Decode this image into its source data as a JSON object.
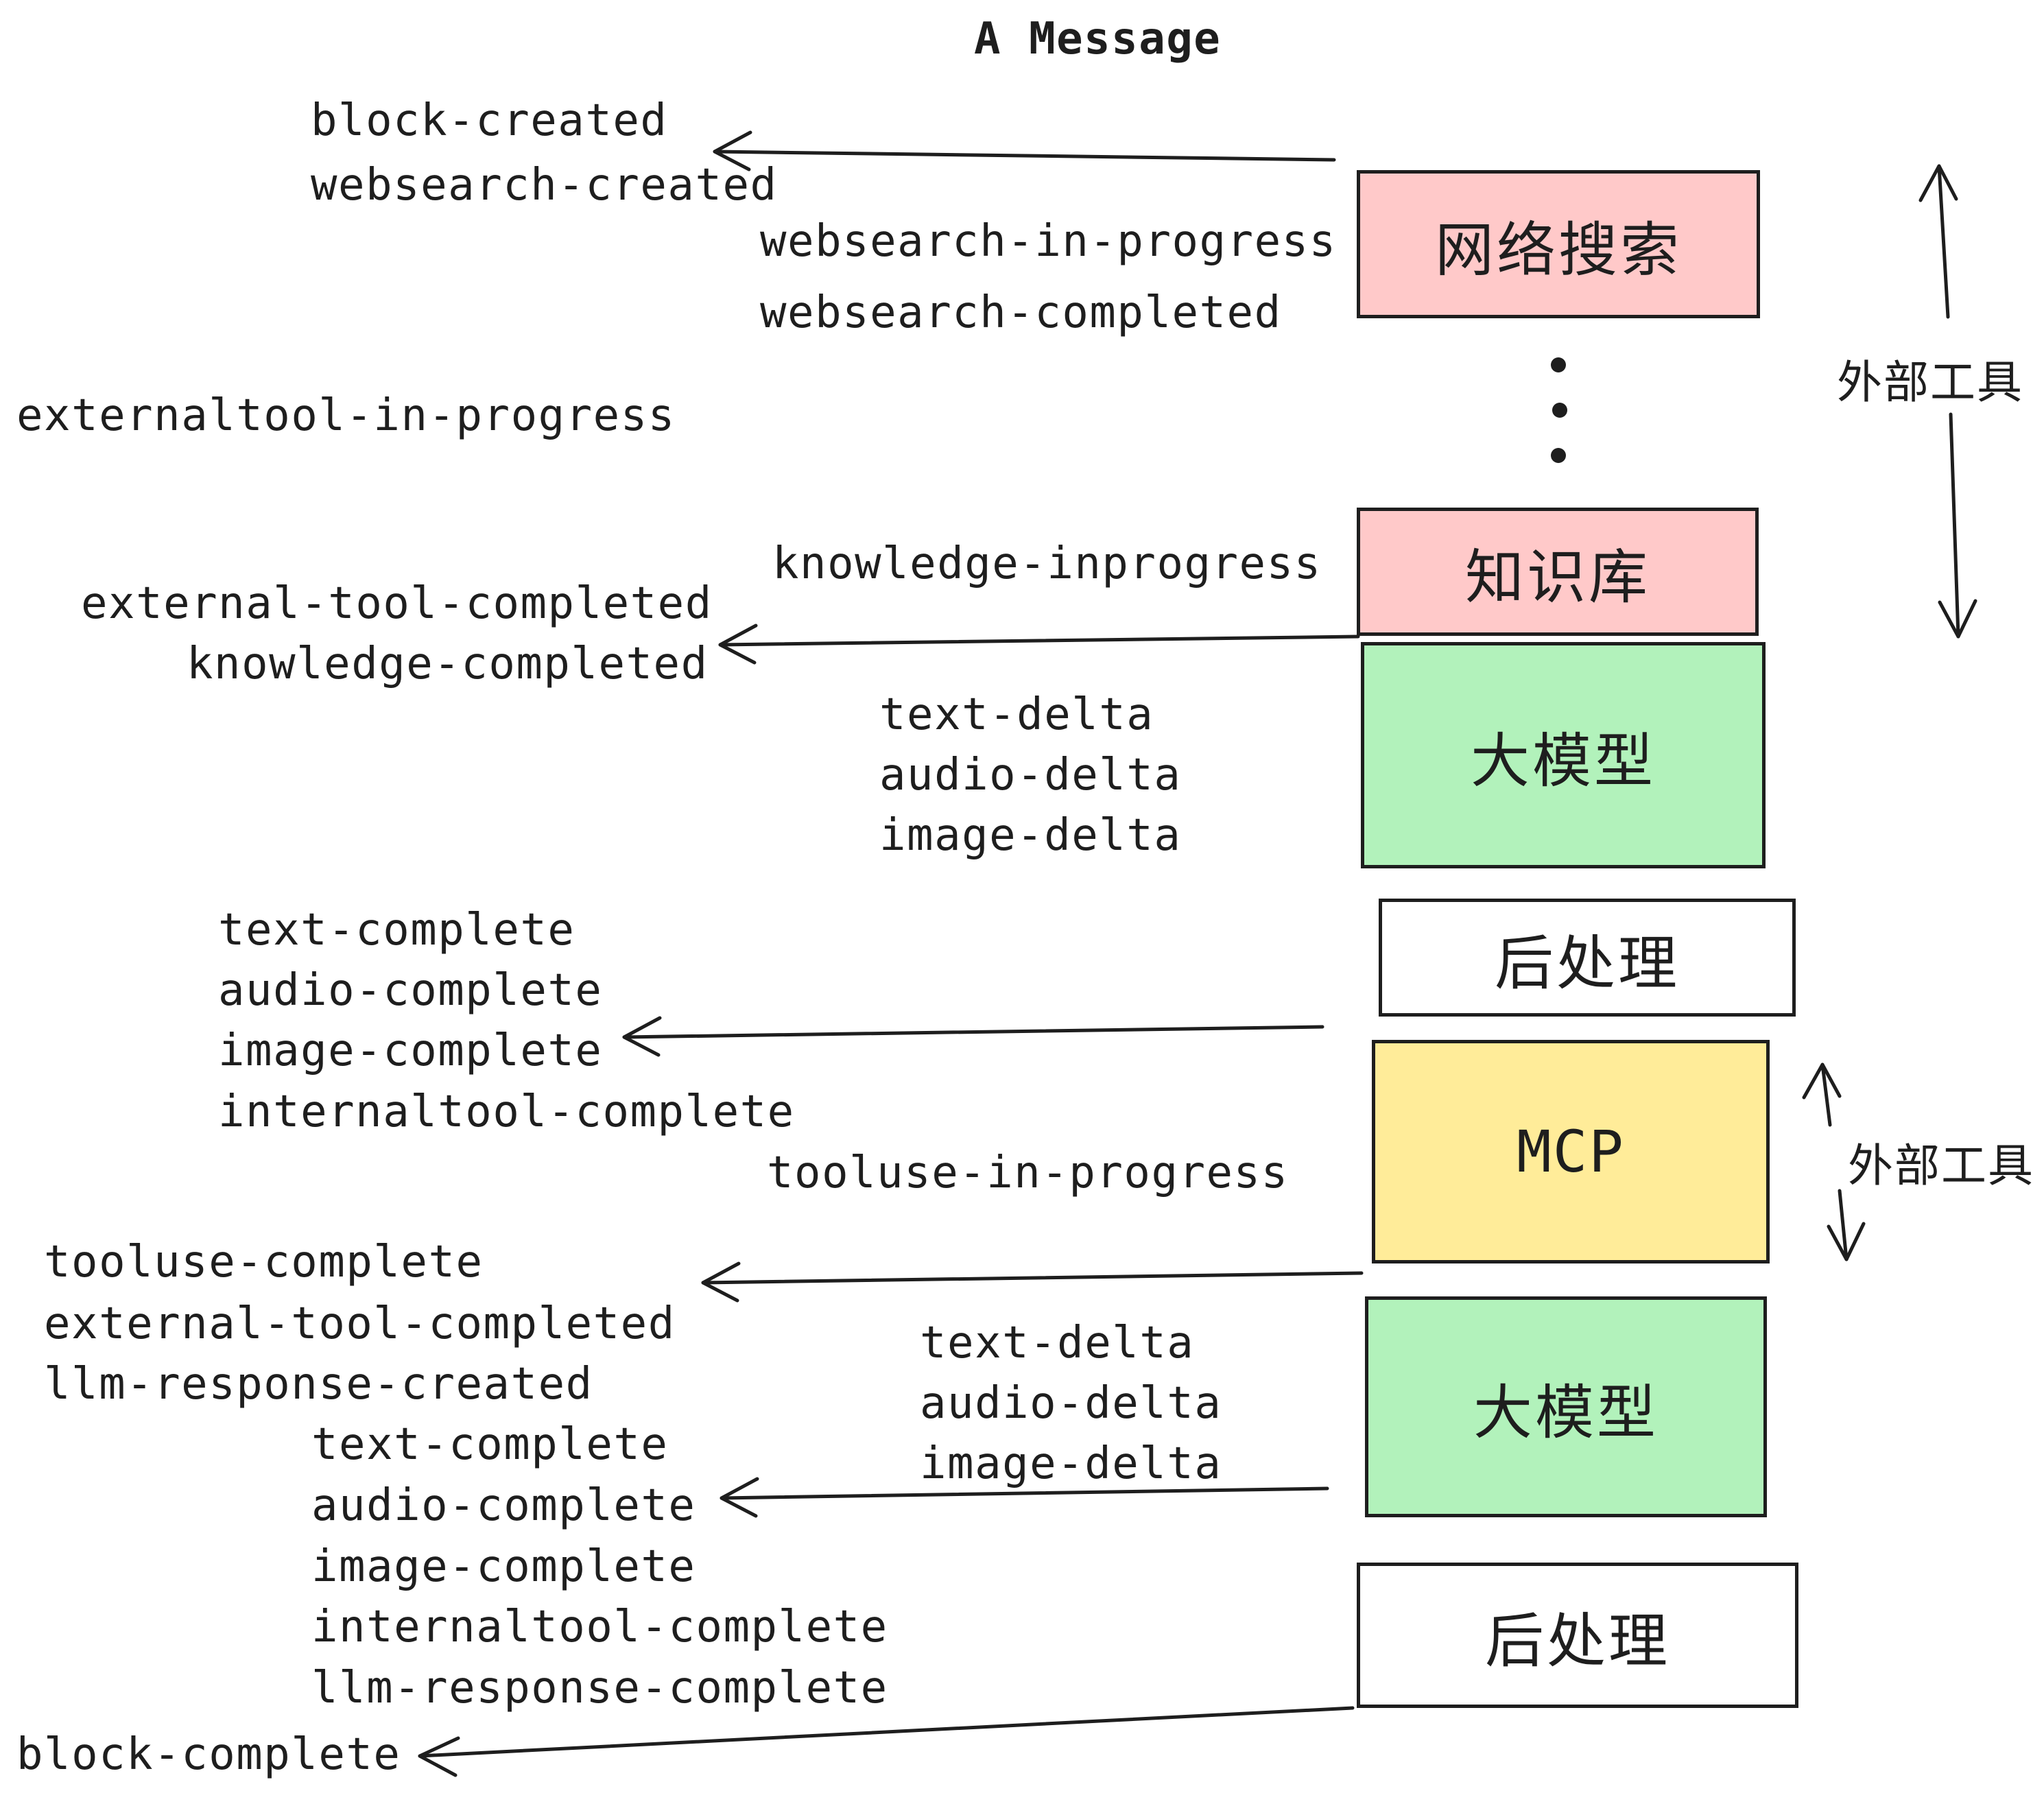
{
  "title": "A Message",
  "colors": {
    "ink": "#1e1e1e",
    "pink": "#ffc9c9",
    "green": "#b2f2bb",
    "yellow": "#ffec99",
    "white": "#ffffff",
    "background": "#ffffff"
  },
  "events": {
    "block_created": "block-created",
    "websearch_created": "websearch-created",
    "websearch_in_progress": "websearch-in-progress",
    "websearch_completed": "websearch-completed",
    "externaltool_in_progress": "externaltool-in-progress",
    "knowledge_inprogress": "knowledge-inprogress",
    "external_tool_completed": "external-tool-completed",
    "knowledge_completed": "knowledge-completed",
    "text_delta": "text-delta",
    "audio_delta": "audio-delta",
    "image_delta": "image-delta",
    "text_complete": "text-complete",
    "audio_complete": "audio-complete",
    "image_complete": "image-complete",
    "internaltool_complete": "internaltool-complete",
    "tooluse_in_progress": "tooluse-in-progress",
    "tooluse_complete": "tooluse-complete",
    "llm_response_created": "llm-response-created",
    "llm_response_complete": "llm-response-complete",
    "block_complete": "block-complete"
  },
  "boxes": {
    "websearch": "网络搜索",
    "knowledge": "知识库",
    "llm": "大模型",
    "post_process": "后处理",
    "mcp": "MCP"
  },
  "side_labels": {
    "external_tools": "外部工具"
  }
}
